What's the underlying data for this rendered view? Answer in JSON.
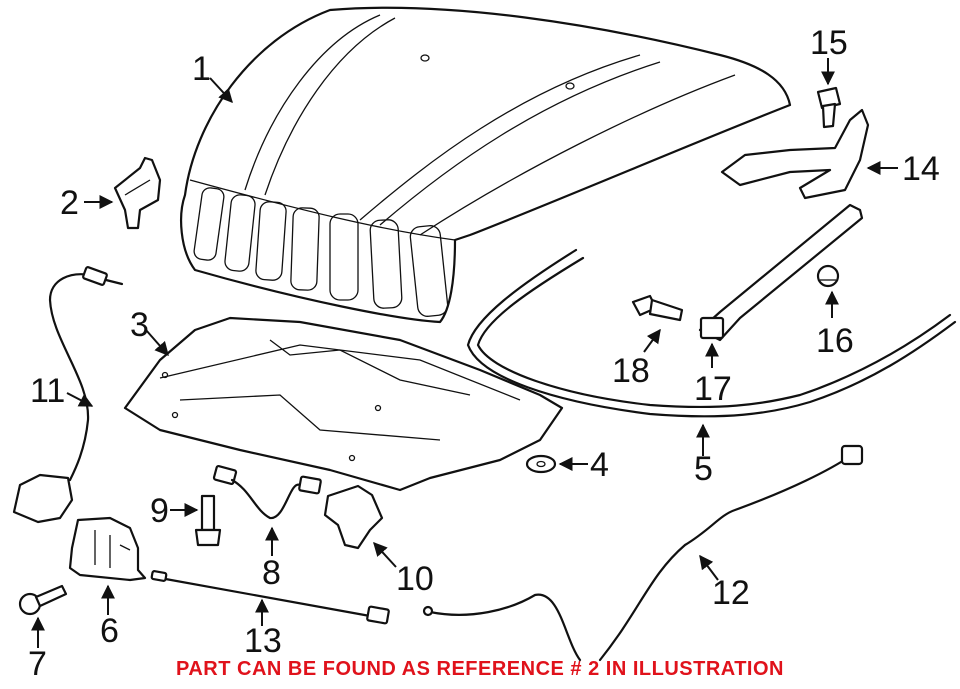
{
  "callouts": {
    "c1": "1",
    "c2": "2",
    "c3": "3",
    "c4": "4",
    "c5": "5",
    "c6": "6",
    "c7": "7",
    "c8": "8",
    "c9": "9",
    "c10": "10",
    "c11": "11",
    "c12": "12",
    "c13": "13",
    "c14": "14",
    "c15": "15",
    "c16": "16",
    "c17": "17",
    "c18": "18"
  },
  "notice": {
    "text": "PART CAN BE FOUND AS REFERENCE # 2 IN ILLUSTRATION",
    "color": "#e0121b"
  },
  "colors": {
    "line": "#111111",
    "background": "#ffffff"
  }
}
